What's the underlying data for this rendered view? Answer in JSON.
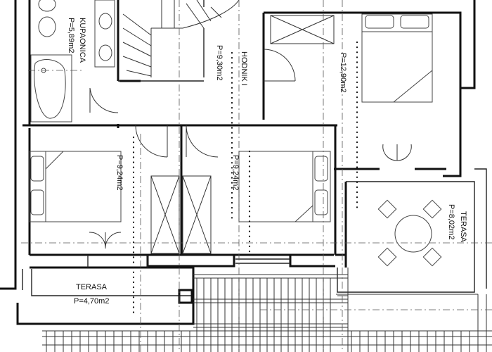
{
  "rooms": {
    "kupaonica": {
      "name": "KUPAONICA",
      "area": "P=5,89m2"
    },
    "hodnik": {
      "name": "HODNIK I",
      "area": "P=9,30m2"
    },
    "bedroom_right": {
      "area": "P=12,90m2"
    },
    "bedroom_left": {
      "area": "P=9,24m2"
    },
    "bedroom_mid": {
      "area": "P=9,24m2"
    },
    "terasa_right": {
      "name": "TERASA",
      "area": "P=8,02m2"
    },
    "terasa_bottom": {
      "name": "TERASA",
      "area": "P=4,70m2"
    }
  }
}
